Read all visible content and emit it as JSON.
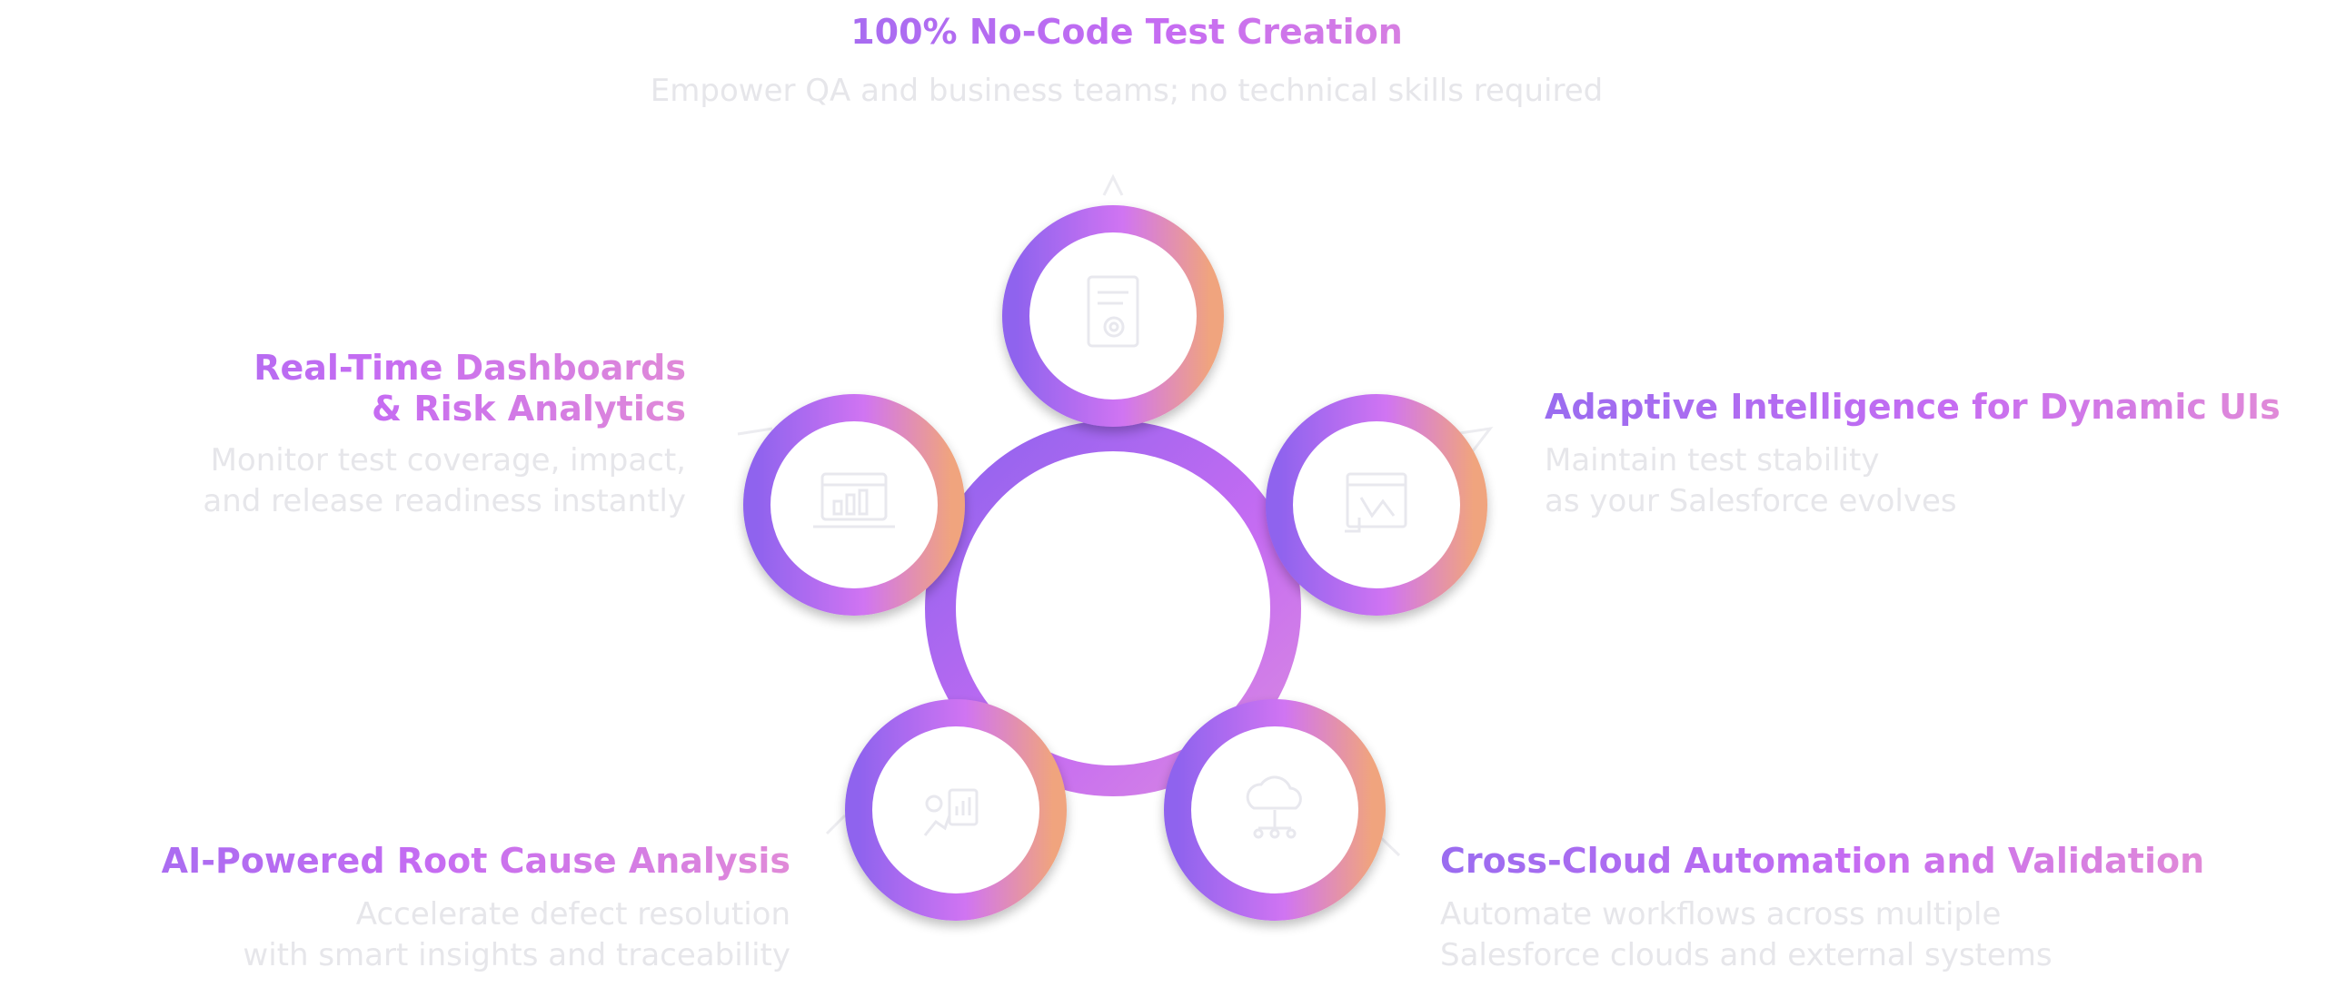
{
  "features": [
    {
      "title": "100% No-Code Test Creation",
      "description": "Empower QA and business teams; no technical skills required",
      "icon": "document-gear-icon"
    },
    {
      "title": "Adaptive Intelligence for Dynamic UIs",
      "description_lines": [
        "Maintain test stability",
        "as your Salesforce evolves"
      ],
      "icon": "adaptive-window-icon"
    },
    {
      "title": "Cross-Cloud Automation and Validation",
      "description_lines": [
        "Automate workflows across multiple",
        "Salesforce clouds and external systems"
      ],
      "icon": "cloud-network-icon"
    },
    {
      "title": "AI-Powered Root Cause Analysis",
      "description_lines": [
        "Accelerate defect resolution",
        "with smart insights and traceability"
      ],
      "icon": "analysis-chart-icon"
    },
    {
      "title_lines": [
        "Real-Time Dashboards",
        "& Risk Analytics"
      ],
      "description_lines": [
        "Monitor test coverage, impact,",
        "and release readiness instantly"
      ],
      "icon": "dashboard-icon"
    }
  ],
  "colors": {
    "ring_start": "#8f63ee",
    "ring_mid": "#d074f2",
    "ring_end": "#f0a47e",
    "title_gradient_start": "#9a6cf0",
    "title_gradient_end": "#e08ad8",
    "description": "#e6e6ea"
  }
}
